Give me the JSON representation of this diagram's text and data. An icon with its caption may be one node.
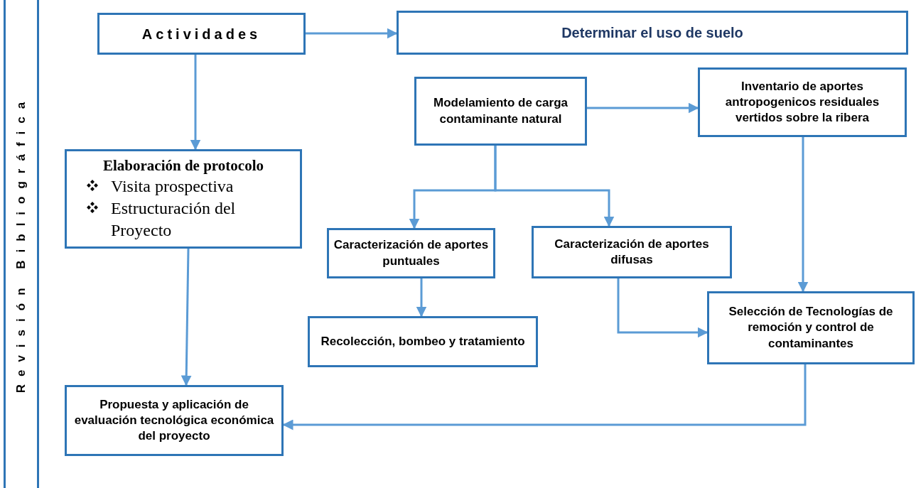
{
  "diagram": {
    "nodes": [
      {
        "text": [
          "Revisión Bibliográfica"
        ]
      },
      {
        "text": [
          "Actividades"
        ]
      },
      {
        "text": [
          "Determinar el uso de suelo"
        ]
      },
      {
        "text": [
          "Modelamiento de carga contaminante natural"
        ]
      },
      {
        "text": [
          "Inventario de aportes antropogenicos residuales vertidos sobre la ribera"
        ]
      },
      {
        "text": [
          "Elaboración de protocolo",
          "Visita prospectiva",
          "Estructuración del Proyecto"
        ]
      },
      {
        "text": [
          "Caracterización de aportes puntuales"
        ]
      },
      {
        "text": [
          "Caracterización de aportes difusas"
        ]
      },
      {
        "text": [
          "Recolección, bombeo y tratamiento"
        ]
      },
      {
        "text": [
          "Selección de Tecnologías de remoción y control de contaminantes"
        ]
      },
      {
        "text": [
          "Propuesta y aplicación de evaluación tecnológica económica del proyecto"
        ]
      }
    ],
    "edges": [
      {
        "from": 1,
        "to": 2,
        "arrow": "to"
      },
      {
        "from": 1,
        "to": 5,
        "arrow": "to"
      },
      {
        "from": 3,
        "to": 4,
        "arrow": "to"
      },
      {
        "from": 3,
        "to": 6,
        "arrow": "to"
      },
      {
        "from": 3,
        "to": 7,
        "arrow": "to"
      },
      {
        "from": 5,
        "to": 10,
        "arrow": "to"
      },
      {
        "from": 6,
        "to": 8,
        "arrow": "to"
      },
      {
        "from": 4,
        "to": 9,
        "arrow": "to"
      },
      {
        "from": 7,
        "to": 9,
        "arrow": "to"
      },
      {
        "from": 9,
        "to": 10,
        "arrow": "to"
      }
    ]
  }
}
